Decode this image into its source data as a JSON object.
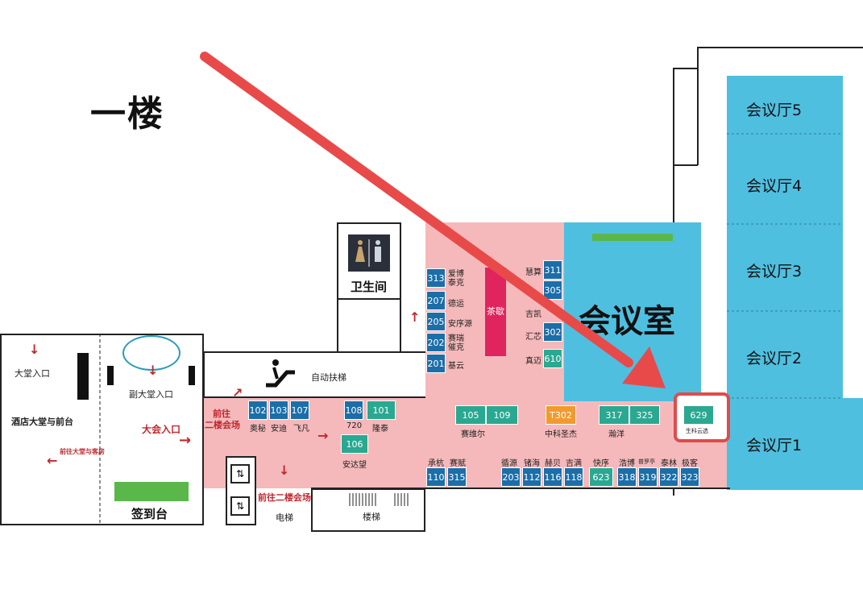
{
  "floor_title": "一楼",
  "rooms": {
    "meeting_room": "会议室",
    "restroom": "卫生间",
    "tea": "茶歇",
    "escalator": "自动扶梯",
    "elevator": "电梯",
    "stairs": "楼梯",
    "sign_in": "签到台",
    "hotel_lobby": "酒店大堂与前台",
    "lobby_entrance": "大堂入口",
    "sub_lobby_entrance": "副大堂入口",
    "main_entrance": "大会入口",
    "to_lobby_rooms": "前往大堂与客房",
    "to_second_floor_a_1": "前往",
    "to_second_floor_a_2": "二楼会场",
    "to_second_floor_b": "前往二楼会场"
  },
  "halls": [
    {
      "label": "会议厅5"
    },
    {
      "label": "会议厅4"
    },
    {
      "label": "会议厅3"
    },
    {
      "label": "会议厅2"
    },
    {
      "label": "会议厅1"
    }
  ],
  "booths": {
    "b313": "313",
    "b207": "207",
    "b205": "205",
    "b202": "202",
    "b201": "201",
    "b311": "311",
    "b305": "305",
    "b302": "302",
    "b610": "610",
    "b102": "102",
    "b103": "103",
    "b107": "107",
    "b108": "108",
    "b101": "101",
    "b106": "106",
    "b105": "105",
    "b109": "109",
    "bT302": "T302",
    "b317": "317",
    "b325": "325",
    "b629": "629",
    "b110": "110",
    "b315": "315",
    "b203": "203",
    "b112": "112",
    "b116": "116",
    "b118": "118",
    "b623": "623",
    "b318": "318",
    "b319": "319",
    "b322": "322",
    "b323": "323"
  },
  "booth_names": {
    "n313": "爱博\n泰克",
    "n207": "德运",
    "n205": "安序源",
    "n202": "赛瑞\n催克",
    "n201": "基云",
    "n311": "慧算",
    "n305": "吉凯",
    "n302": "汇芯",
    "n610": "真迈",
    "n102": "奥秘",
    "n103": "安迪",
    "n107": "飞凡",
    "n108": "720",
    "n101": "隆泰",
    "n106": "安达望",
    "n105": "赛维尔",
    "nT302": "中科圣杰",
    "n317": "瀚洋",
    "n629": "生科云选",
    "n110": "承杭",
    "n315": "赛赋",
    "n203": "循源",
    "n112": "锗海",
    "n116": "赫贝",
    "n118": "吉满",
    "n623": "快序",
    "n318": "浩博",
    "n319": "普罗亭",
    "n322": "泰林",
    "n323": "极客"
  },
  "colors": {
    "pink": "#f5b9bb",
    "hall_blue": "#4fbfe0",
    "booth_blue": "#1b6ea8",
    "booth_teal": "#2aa891",
    "booth_orange": "#f29a2e",
    "arrow_red": "#e84a4a",
    "highlight_red": "#e04b4b",
    "tea_red": "#e0245e",
    "sign_green": "#5ab84a"
  }
}
